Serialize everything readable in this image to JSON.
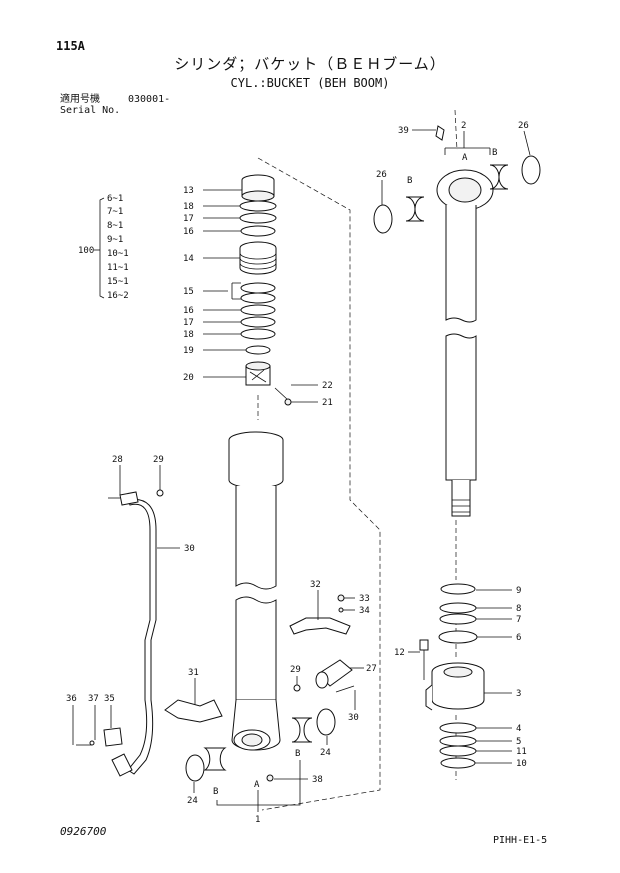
{
  "header": {
    "page_code": "115A",
    "title_jp": "シリンダ；バケット（ＢＥＨブーム）",
    "title_en": "CYL.:BUCKET (BEH BOOM)",
    "serial_label_jp": "適用号機",
    "serial_value": "030001-",
    "serial_label_en": "Serial No."
  },
  "group_100": {
    "label": "100",
    "items": [
      "6~1",
      "7~1",
      "8~1",
      "9~1",
      "10~1",
      "11~1",
      "15~1",
      "16~2"
    ]
  },
  "callouts": {
    "c1": "1",
    "c2": "2",
    "c3": "3",
    "c4": "4",
    "c5": "5",
    "c6": "6",
    "c7": "7",
    "c8": "8",
    "c9": "9",
    "c10": "10",
    "c11": "11",
    "c12": "12",
    "c13": "13",
    "c14": "14",
    "c15": "15",
    "c16a": "16",
    "c16b": "16",
    "c17a": "17",
    "c17b": "17",
    "c18a": "18",
    "c18b": "18",
    "c19": "19",
    "c20": "20",
    "c21": "21",
    "c22": "22",
    "c24a": "24",
    "c24b": "24",
    "c26a": "26",
    "c26b": "26",
    "c27": "27",
    "c28": "28",
    "c29a": "29",
    "c29b": "29",
    "c30a": "30",
    "c30b": "30",
    "c31": "31",
    "c32": "32",
    "c33": "33",
    "c34": "34",
    "c35": "35",
    "c36": "36",
    "c37": "37",
    "c38": "38",
    "c39": "39",
    "cA1": "A",
    "cB1": "B",
    "cB2": "B",
    "cA2": "A",
    "cB3": "B",
    "cB4": "B"
  },
  "footer": {
    "drawing_no": "0926700",
    "page_ref": "PIHH-E1-5"
  }
}
